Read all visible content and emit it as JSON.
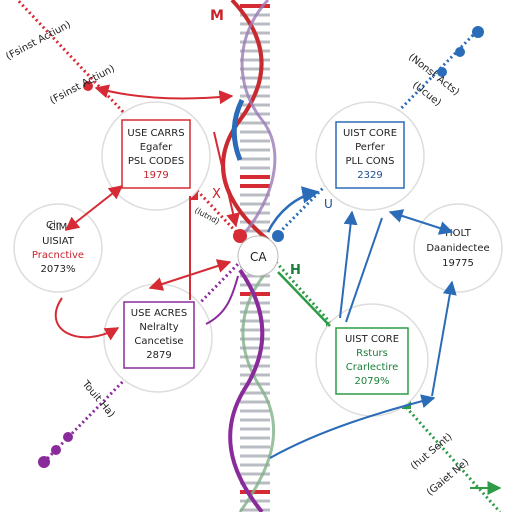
{
  "colors": {
    "red": "#d62b34",
    "blue": "#2b6cb8",
    "green": "#2e9b45",
    "purple": "#8a2b9b",
    "gray": "#b9bcc3",
    "text_dark": "#222222"
  },
  "top_marker": "M",
  "center_label": "CA",
  "marker_x": "X",
  "marker_u": "U",
  "marker_h": "H",
  "labels": {
    "top_left_tag": "(Fsinst Actiun)",
    "red_tag": "(Fsinst Actiun)",
    "blue_tag_1": "(Nonst Acts)",
    "blue_tag_2": "(Ucue)",
    "purple_tag": "Touit Ha)",
    "green_tag_1": "(hut Sent)",
    "green_tag_2": "(Gaiet Ne)",
    "small_red_tag": "(lutnd)",
    "marker_left": "Cir"
  },
  "nodes": {
    "red_box": {
      "line1": "USE CARRS",
      "line2": "Egafer",
      "line3": "PSL CODES",
      "line4": "1979"
    },
    "blue_box": {
      "line1": "UIST CORE",
      "line2": "Perfer",
      "line3": "PLL CONS",
      "line4": "2329"
    },
    "left_circle": {
      "line1": "CIM",
      "line2": "UISIAT",
      "line3": "Pracnctive",
      "line4": "2073%"
    },
    "purple_box": {
      "line1": "USE ACRES",
      "line2": "Nelralty",
      "line3": "Cancetise",
      "line4": "2879"
    },
    "right_circle": {
      "line1": "HOLT",
      "line2": "Daanidectee",
      "line3": "19775"
    },
    "green_box": {
      "line1": "UIST CORE",
      "line2": "Rsturs",
      "line3": "Crarlectire",
      "line4": "2079%"
    }
  }
}
